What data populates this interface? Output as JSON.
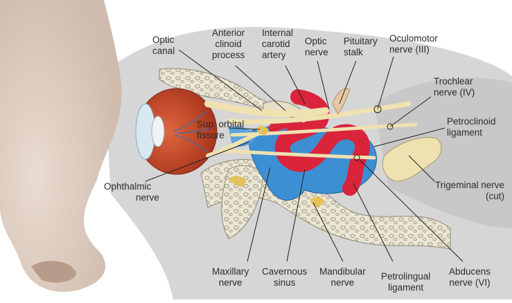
{
  "labels": {
    "optic_canal": [
      "Optic",
      "canal"
    ],
    "anterior_clinoid_process": [
      "Anterior",
      "clinoid",
      "process"
    ],
    "internal_carotid_artery": [
      "Internal",
      "carotid",
      "artery"
    ],
    "optic_nerve": [
      "Optic",
      "nerve"
    ],
    "pituitary_stalk": [
      "Pituitary",
      "stalk"
    ],
    "oculomotor_nerve": [
      "Oculomotor",
      "nerve (III)"
    ],
    "trochlear_nerve": [
      "Trochlear",
      "nerve (IV)"
    ],
    "petroclinoid_ligament": [
      "Petroclinoid",
      "ligament"
    ],
    "sup_orbital_fissure": [
      "Sup. orbital",
      "fissure"
    ],
    "ophthalmic_nerve": [
      "Ophthalmic",
      "nerve"
    ],
    "trigeminal_nerve": [
      "Trigeminal nerve",
      "(cut)"
    ],
    "maxillary_nerve": [
      "Maxillary",
      "nerve"
    ],
    "cavernous_sinus": [
      "Cavernous",
      "sinus"
    ],
    "mandibular_nerve": [
      "Mandibular",
      "nerve"
    ],
    "petrolingual_ligament": [
      "Petrolingual",
      "ligament"
    ],
    "abducens_nerve": [
      "Abducens",
      "nerve (VI)"
    ]
  },
  "colors": {
    "artery": "#d9243c",
    "sinus": "#3d8fd3",
    "nerve": "#efe2b0",
    "bone": "#e7e2cf",
    "skin": "#e2d2c5",
    "eye": "#c74a2a"
  }
}
